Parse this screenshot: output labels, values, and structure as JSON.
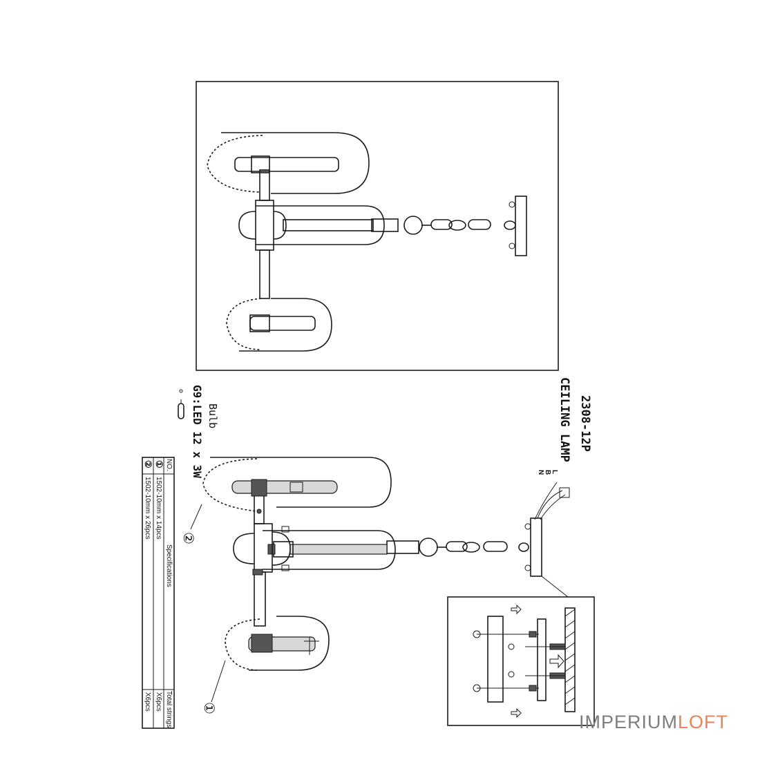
{
  "drawing": {
    "model": "2308-12P",
    "product_type": "CEILING LAMP",
    "bulb_title": "Bulb",
    "bulb_spec": "G9:LED 12 x 3W"
  },
  "wire_labels": [
    "L",
    "B",
    "N"
  ],
  "callouts": [
    "①",
    "②"
  ],
  "spec_table": {
    "headers": [
      "NO.",
      "Specifications",
      "Total strings"
    ],
    "rows": [
      {
        "no": "①",
        "spec": "1502-10mm x 14pcs",
        "total": "X6pcs"
      },
      {
        "no": "②",
        "spec": "1502-10mm x 26pcs",
        "total": "X6pcs"
      }
    ]
  },
  "watermark": {
    "part1": "IMPERIUM",
    "part2": "LOFT",
    "accent_color": "#e8845a",
    "base_color": "#7d7d7d"
  }
}
